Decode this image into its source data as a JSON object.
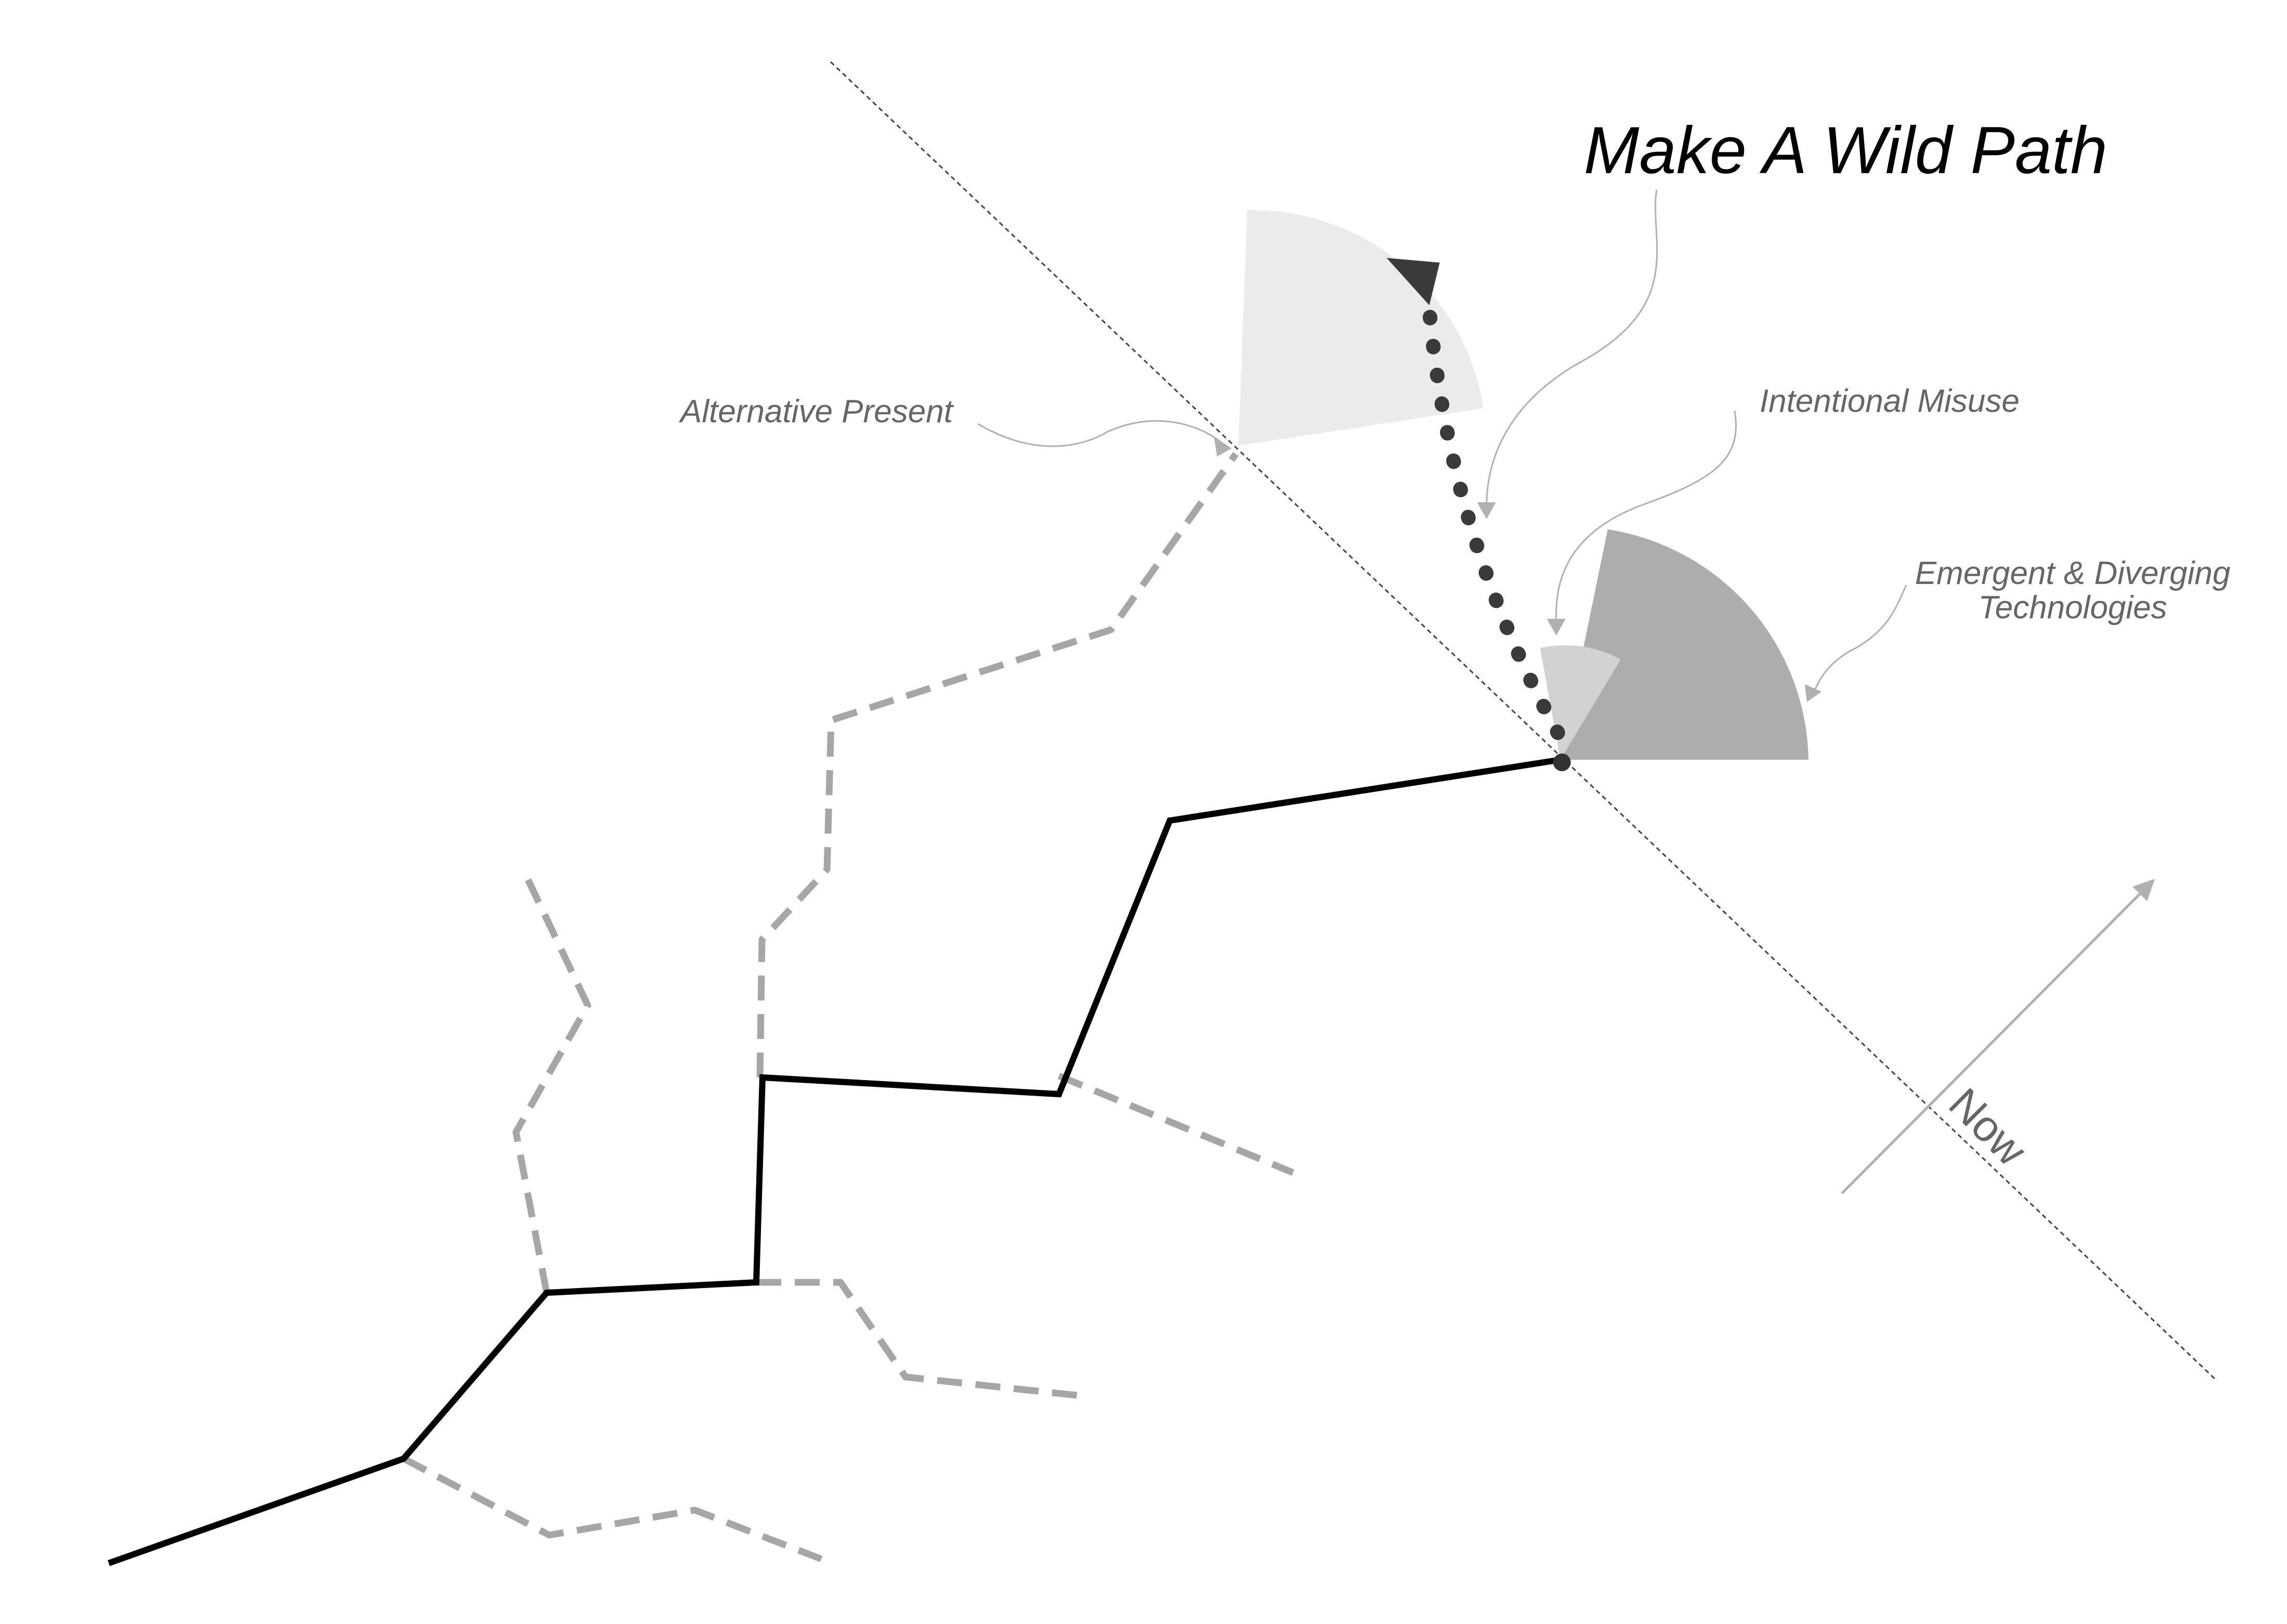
{
  "title": "Make A Wild Path",
  "labels": {
    "alternative_present": "Alternative Present",
    "intentional_misuse": "Intentional Misuse",
    "emergent_line1": "Emergent & Diverging",
    "emergent_line2": "Technologies",
    "now": "Now"
  },
  "colors": {
    "main_path": "#000000",
    "alternative_path": "#a6a6a6",
    "wild_path": "#3a3a3a",
    "label_text": "#666666",
    "cone_alternative": "#ebebeb",
    "cone_misuse": "#d2d2d2",
    "cone_emergent": "#adadad",
    "now_line": "#444444",
    "leader_line": "#b0b0b0"
  }
}
